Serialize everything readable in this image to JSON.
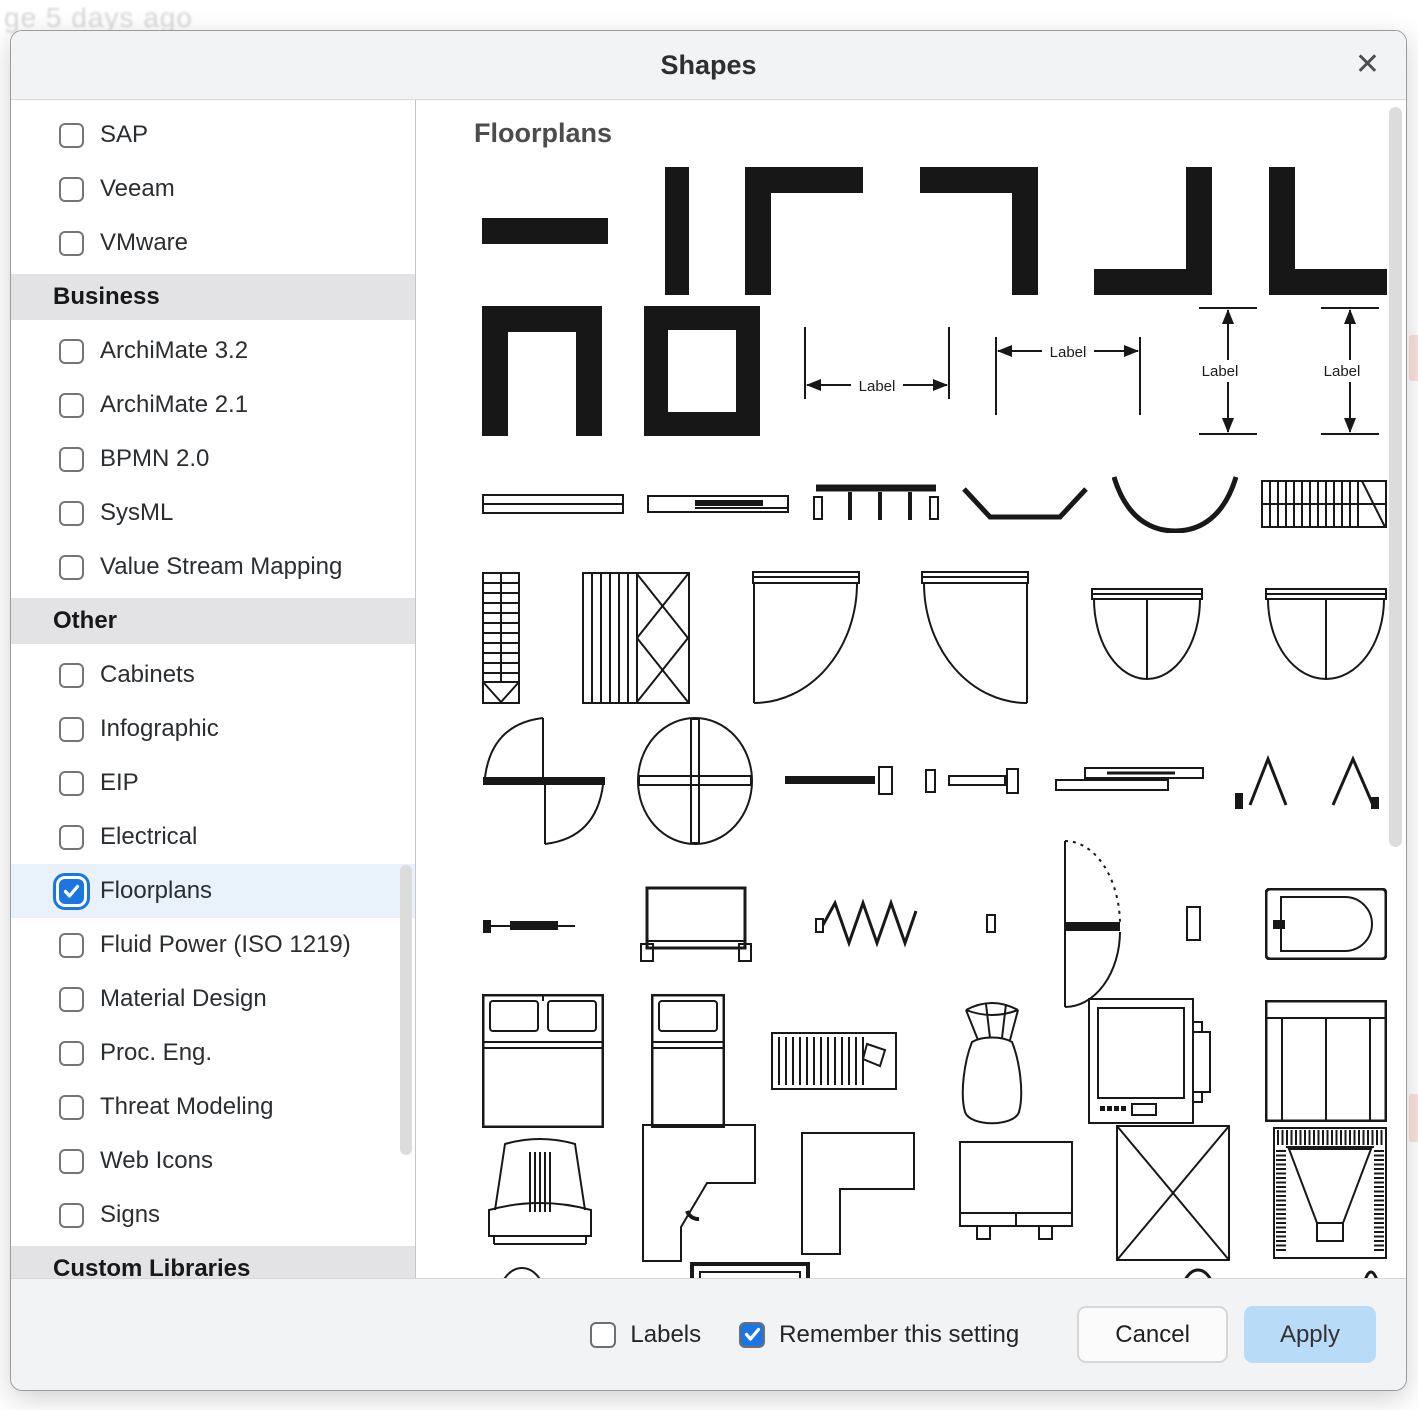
{
  "background": {
    "partial_text": "ge 5 days ago"
  },
  "dialog": {
    "title": "Shapes",
    "close_glyph": "✕"
  },
  "sidebar": {
    "items": [
      {
        "type": "item",
        "label": "SAP",
        "checked": false
      },
      {
        "type": "item",
        "label": "Veeam",
        "checked": false
      },
      {
        "type": "item",
        "label": "VMware",
        "checked": false
      },
      {
        "type": "section",
        "label": "Business"
      },
      {
        "type": "item",
        "label": "ArchiMate 3.2",
        "checked": false
      },
      {
        "type": "item",
        "label": "ArchiMate 2.1",
        "checked": false
      },
      {
        "type": "item",
        "label": "BPMN 2.0",
        "checked": false
      },
      {
        "type": "item",
        "label": "SysML",
        "checked": false
      },
      {
        "type": "item",
        "label": "Value Stream Mapping",
        "checked": false
      },
      {
        "type": "section",
        "label": "Other"
      },
      {
        "type": "item",
        "label": "Cabinets",
        "checked": false
      },
      {
        "type": "item",
        "label": "Infographic",
        "checked": false
      },
      {
        "type": "item",
        "label": "EIP",
        "checked": false
      },
      {
        "type": "item",
        "label": "Electrical",
        "checked": false
      },
      {
        "type": "item",
        "label": "Floorplans",
        "checked": true,
        "selected": true
      },
      {
        "type": "item",
        "label": "Fluid Power (ISO 1219)",
        "checked": false
      },
      {
        "type": "item",
        "label": "Material Design",
        "checked": false
      },
      {
        "type": "item",
        "label": "Proc. Eng.",
        "checked": false
      },
      {
        "type": "item",
        "label": "Threat Modeling",
        "checked": false
      },
      {
        "type": "item",
        "label": "Web Icons",
        "checked": false
      },
      {
        "type": "item",
        "label": "Signs",
        "checked": false
      },
      {
        "type": "section",
        "label": "Custom Libraries"
      }
    ]
  },
  "preview": {
    "title": "Floorplans",
    "dimension_label": "Label",
    "shape_rows": [
      [
        "wall-h",
        "wall-v",
        "corner-nw",
        "corner-ne",
        "corner-sw",
        "corner-se"
      ],
      [
        "wall-u",
        "room-sq",
        "dim-h1",
        "dim-h2",
        "dim-v1",
        "dim-v2"
      ],
      [
        "window",
        "wall-open",
        "slide-track",
        "bay-angled",
        "bay-curved",
        "stairs-hatch"
      ],
      [
        "stairs-straight",
        "stairs-winder",
        "door-right",
        "door-left",
        "door-double-1",
        "door-double-2"
      ],
      [
        "door-double-action",
        "door-revolving",
        "wall-cap",
        "frame-piece",
        "wall-offset",
        "opening-angle-1",
        "opening-angle-2"
      ],
      [
        "latch",
        "bench",
        "zigzag",
        "block-small",
        "arc-dashed",
        "block-vertical",
        "bathtub"
      ],
      [
        "bed-double",
        "bed-single",
        "tambour",
        "plant",
        "computer",
        "sofa"
      ],
      [
        "office-chair",
        "desk-corner",
        "counter-l",
        "table-legs",
        "shaft-x",
        "speaker"
      ],
      [
        "chair-round",
        "table-rect",
        "bench-curved",
        "arch-large",
        "arch-small"
      ]
    ]
  },
  "footer": {
    "labels_checkbox": {
      "label": "Labels",
      "checked": false
    },
    "remember_checkbox": {
      "label": "Remember this setting",
      "checked": true
    },
    "cancel_label": "Cancel",
    "apply_label": "Apply"
  },
  "colors": {
    "accent": "#1b76e3",
    "selrow": "#e9f1fb",
    "panelbg": "#f1f3f4",
    "applybg": "#b8dbf8",
    "sectionbg": "#e3e3e5"
  }
}
